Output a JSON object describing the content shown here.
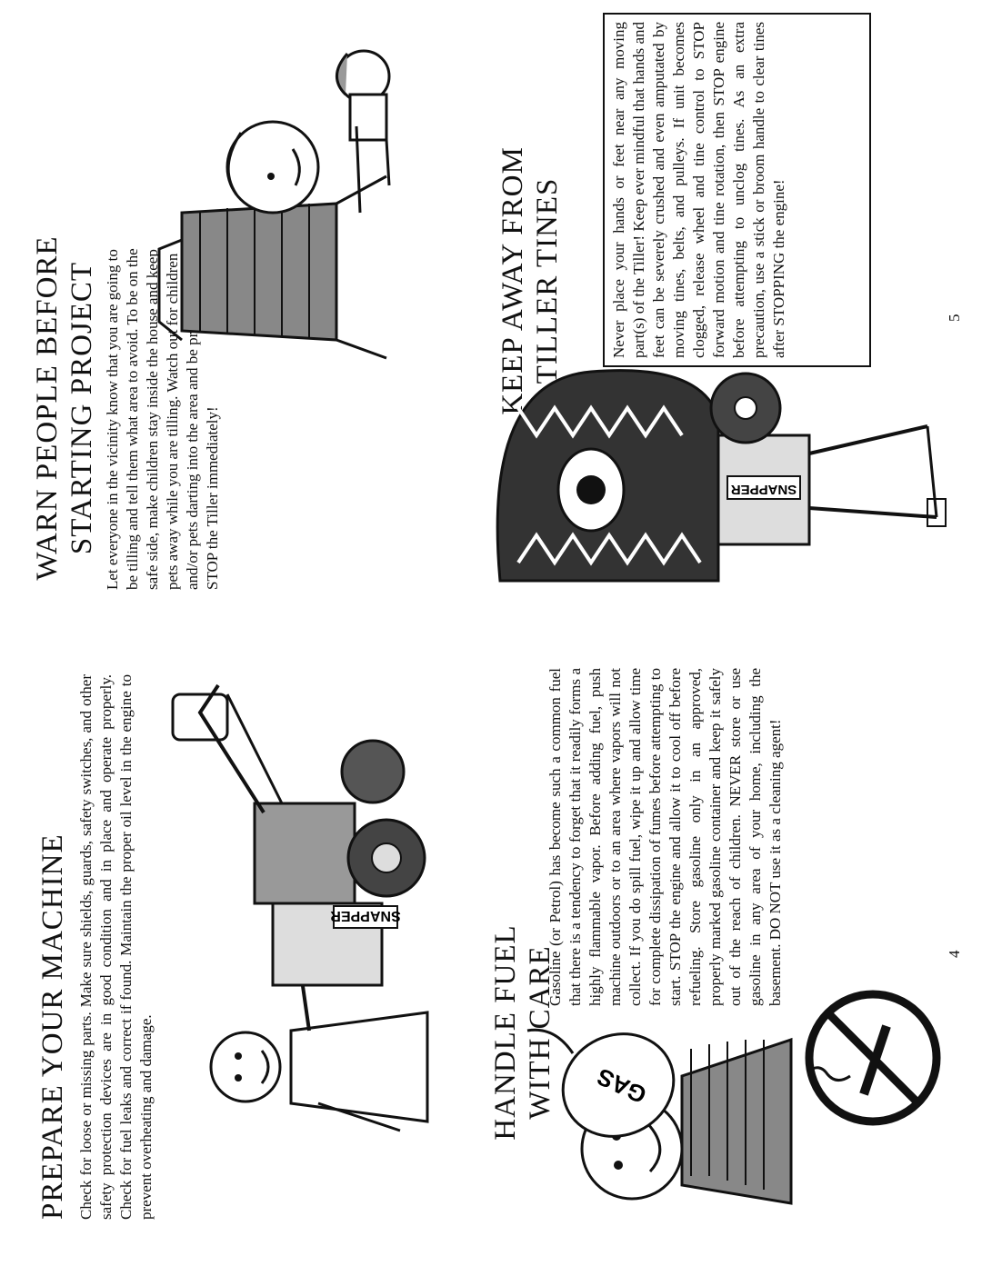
{
  "left_page": {
    "prepare": {
      "title": "PREPARE YOUR MACHINE",
      "body": "Check for loose or missing parts. Make sure shields, guards, safety switches, and other safety protection devices are in good condition and in place and operate properly. Check for fuel leaks and correct if found. Maintain the proper oil level in the engine to prevent overheating and damage."
    },
    "fuel": {
      "title_line1": "HANDLE FUEL",
      "title_line2": "WITH CARE",
      "body": "Gasoline (or Petrol) has become such a common fuel that there is a tendency to forget that it readily forms a highly flammable vapor. Before adding fuel, push machine outdoors or to an area where vapors will not collect. If you do spill fuel, wipe it up and allow time for complete dissipation of fumes before attempting to start. STOP the engine and allow it to cool off before refueling. Store gasoline only in an approved, properly marked gasoline container and keep it safely out of the reach of children. NEVER store or use gasoline in any area of your home, including the basement. DO NOT use it as a cleaning agent!"
    },
    "illustration_labels": {
      "tiller_brand": "SNAPPER",
      "gas_can": "GAS"
    },
    "page_number": "4"
  },
  "right_page": {
    "warn": {
      "title_line1": "WARN PEOPLE BEFORE",
      "title_line2": "STARTING PROJECT",
      "body": "Let everyone in the vicinity know that you are going to be tilling and tell them what area to avoid. To be on the safe side, make children stay inside the house and keep pets away while you are tilling. Watch out for children and/or pets darting into the area and be prepared to STOP the Tiller immediately!"
    },
    "tines": {
      "title_line1": "KEEP AWAY FROM",
      "title_line2": "TILLER TINES",
      "body": "Never place your hands or feet near any moving part(s) of the Tiller! Keep ever mindful that hands and feet can be severely crushed and even amputated by moving tines, belts, and pulleys. If unit becomes clogged, release wheel and tine control to STOP forward motion and tine rotation, then STOP engine before attempting to unclog tines. As an extra precaution, use a stick or broom handle to clear tines after STOPPING the engine!"
    },
    "illustration_labels": {
      "tiller_brand": "SNAPPER"
    },
    "page_number": "5"
  }
}
